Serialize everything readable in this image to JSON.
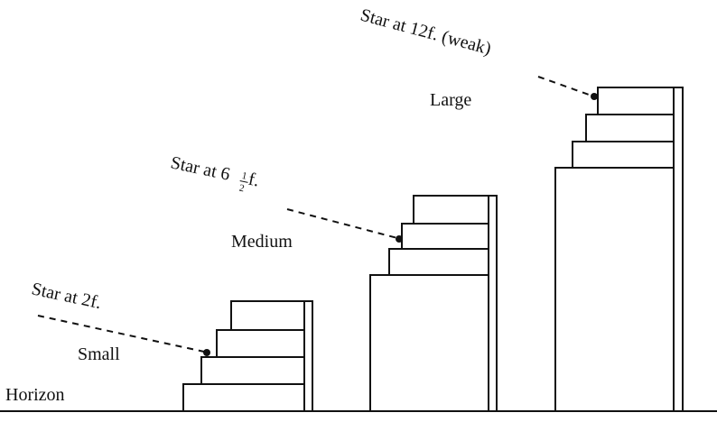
{
  "diagram": {
    "horizon_label": "Horizon",
    "altars": [
      {
        "size_label": "Small",
        "star_label": "Star at 2f."
      },
      {
        "size_label": "Medium",
        "star_label_main": "Star at 6",
        "star_label_frac_num": "1",
        "star_label_frac_den": "2",
        "star_label_tail": " f."
      },
      {
        "size_label": "Large",
        "star_label": "Star at 12f. (weak)"
      }
    ]
  }
}
